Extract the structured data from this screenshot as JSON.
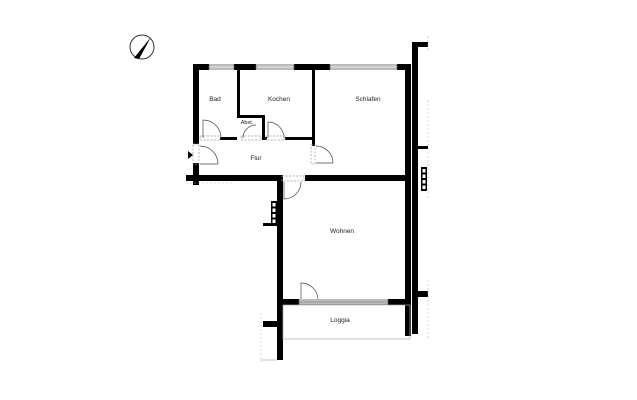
{
  "plan": {
    "type": "floor-plan",
    "compass": {
      "icon": "north-arrow-icon"
    },
    "rooms": [
      {
        "id": "bad",
        "label": "Bad"
      },
      {
        "id": "kochen",
        "label": "Kochen"
      },
      {
        "id": "abst",
        "label": "Abst."
      },
      {
        "id": "schlafen",
        "label": "Schlafen"
      },
      {
        "id": "flur",
        "label": "Flur"
      },
      {
        "id": "wohnen",
        "label": "Wohnen"
      },
      {
        "id": "loggia",
        "label": "Loggia"
      }
    ],
    "entrance": {
      "icon": "entrance-arrow-icon"
    },
    "colors": {
      "wall": "#000000",
      "background": "#ffffff"
    }
  }
}
